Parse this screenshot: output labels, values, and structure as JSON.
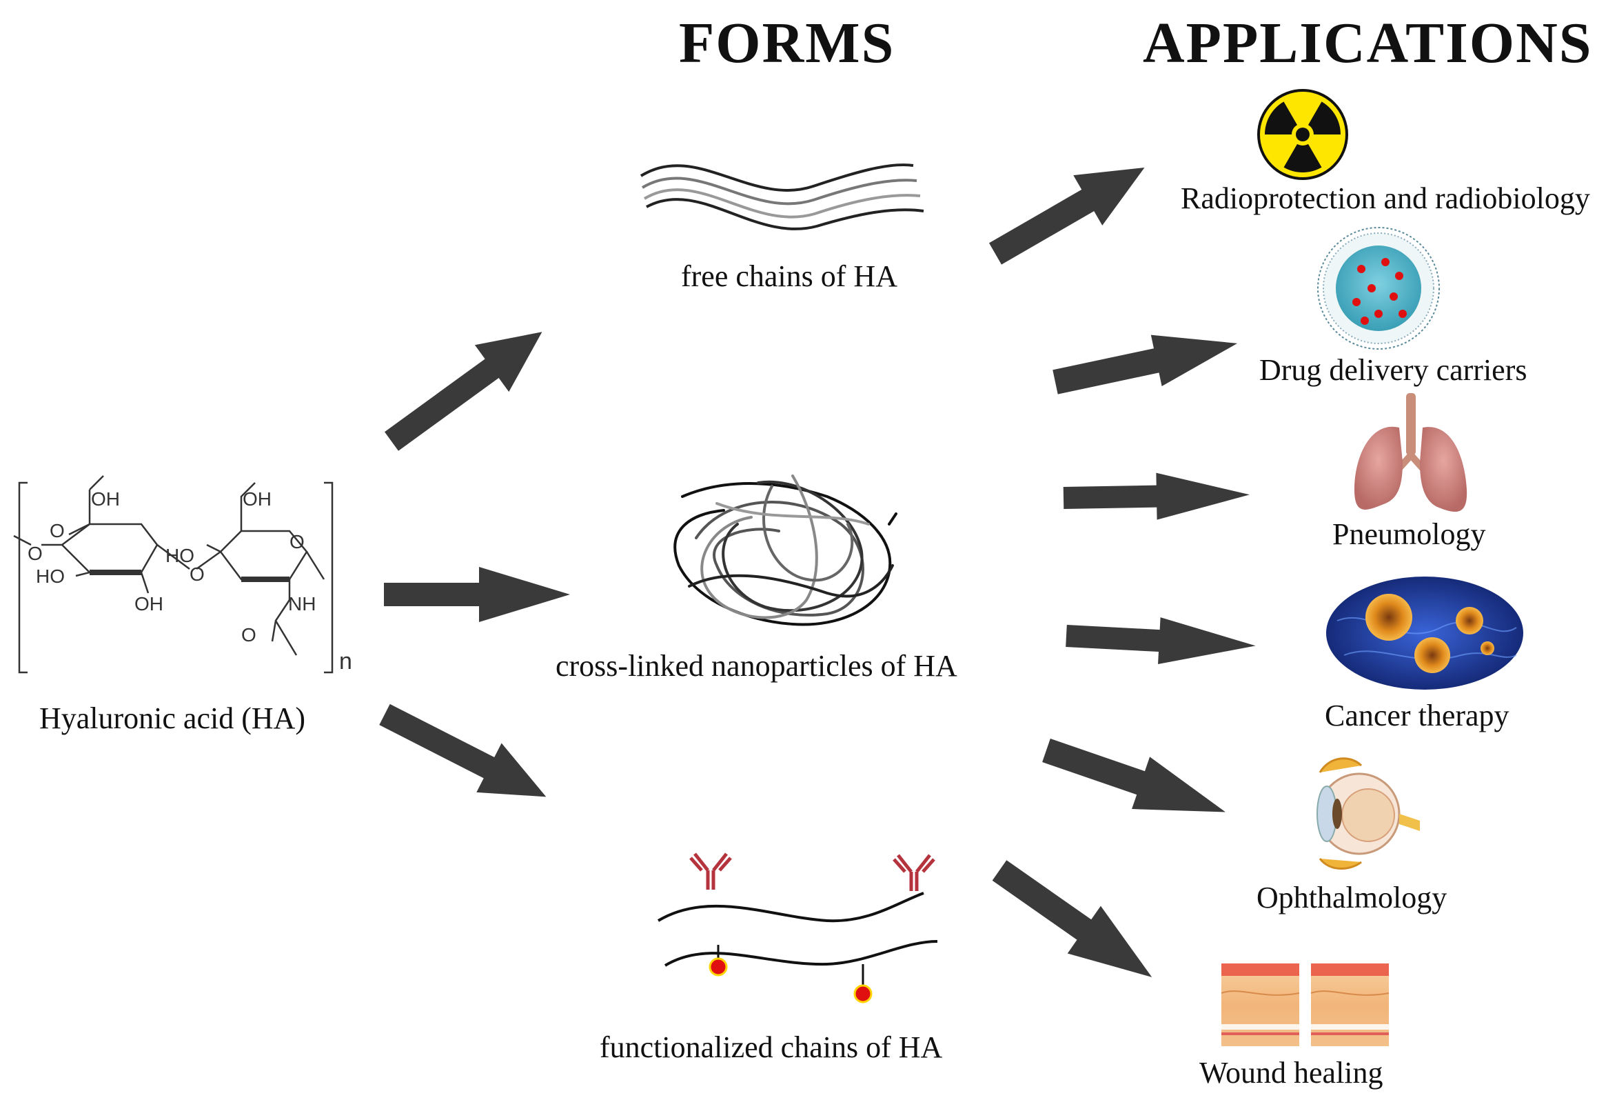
{
  "headers": {
    "forms": "FORMS",
    "applications": "APPLICATIONS"
  },
  "source": {
    "label": "Hyaluronic acid (HA)",
    "structure_labels": [
      "OH",
      "O",
      "O",
      "HO",
      "OH",
      "O",
      "HO",
      "OH",
      "O",
      "NH",
      "O",
      "n"
    ]
  },
  "forms": [
    {
      "label": "free chains of HA",
      "icon": "free-chains-icon"
    },
    {
      "label": "cross-linked nanoparticles of HA",
      "icon": "nanoparticle-tangle-icon"
    },
    {
      "label": "functionalized chains of HA",
      "icon": "functionalized-chains-icon"
    }
  ],
  "applications": [
    {
      "label": "Radioprotection and radiobiology",
      "icon": "radiation-trefoil-icon"
    },
    {
      "label": "Drug delivery carriers",
      "icon": "liposome-icon"
    },
    {
      "label": "Pneumology",
      "icon": "lungs-icon"
    },
    {
      "label": "Cancer therapy",
      "icon": "cancer-cells-icon"
    },
    {
      "label": "Ophthalmology",
      "icon": "eye-icon"
    },
    {
      "label": "Wound healing",
      "icon": "skin-layers-icon"
    }
  ],
  "colors": {
    "arrow": "#3a3a3a",
    "antibody": "#b5333d",
    "drug_dot": "#e01010",
    "trefoil_yellow": "#ffe600",
    "liposome_core": "#5bb8cc"
  }
}
